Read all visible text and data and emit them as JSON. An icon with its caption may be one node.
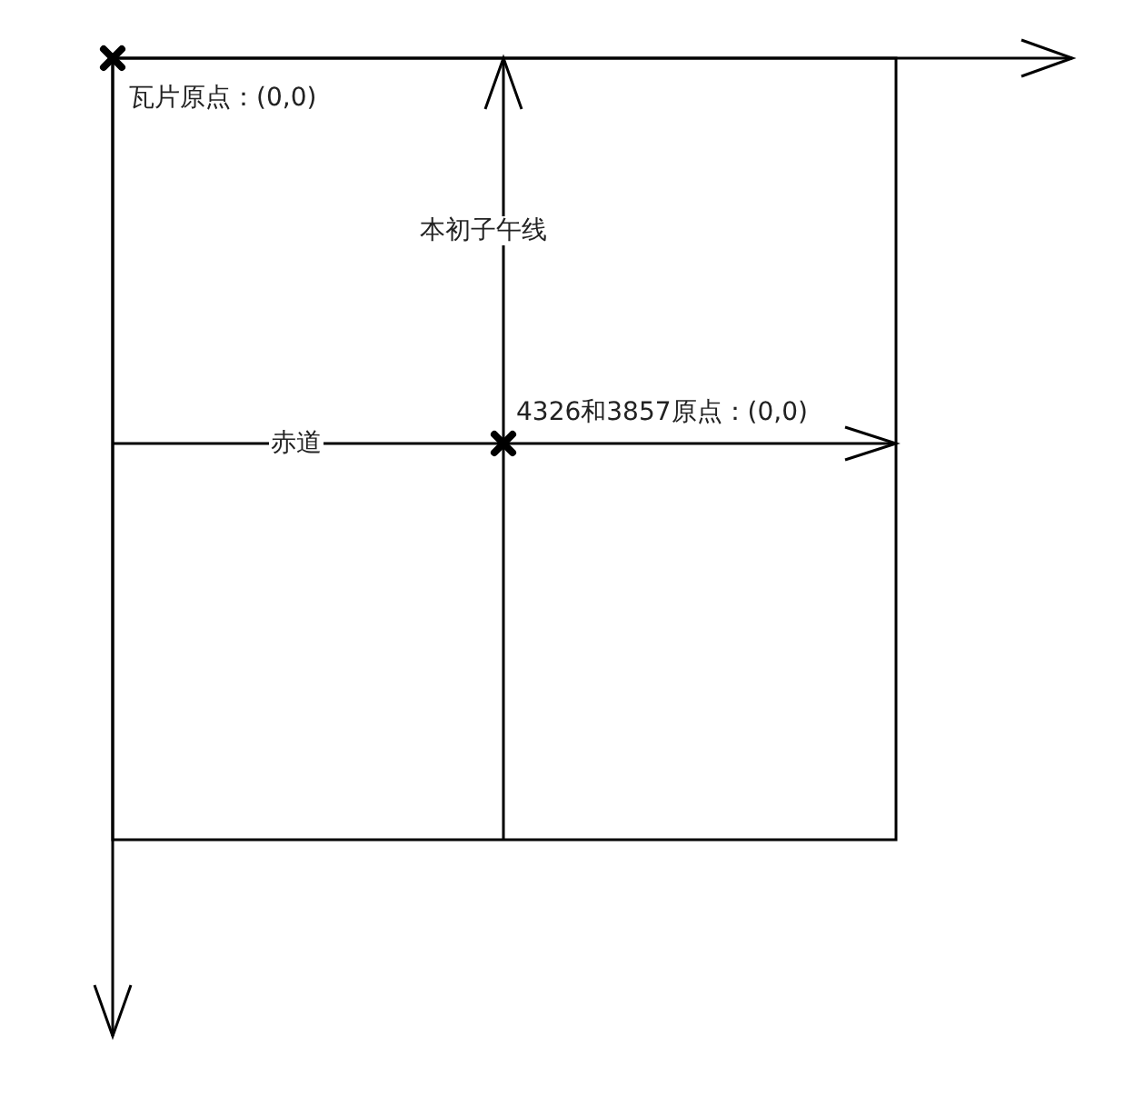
{
  "diagram": {
    "labels": [
      "瓦片原点：(0,0)",
      "本初子午线",
      "赤道",
      "4326和3857原点：(0,0)"
    ]
  }
}
